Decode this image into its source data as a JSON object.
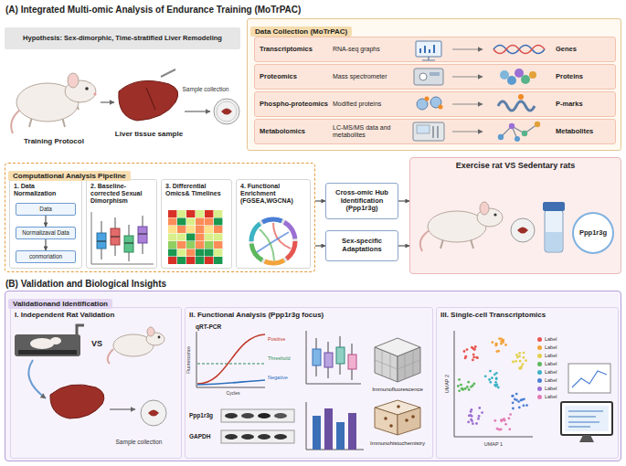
{
  "diagram": {
    "nodes": [
      {
        "text": [
          "Hypothesis: Sex-dimorphic, Time-stratified Liver Remodeling"
        ]
      },
      {
        "text": [
          "Data Collection (MoTrPAC)"
        ]
      },
      {
        "text": [
          "Transcriptomics",
          "RNA-seq graphs",
          "Genes"
        ],
        "in": 1
      },
      {
        "text": [
          "Proteomics",
          "Mass spectrometer",
          "Proteins"
        ],
        "in": 1
      },
      {
        "text": [
          "Phospho-proteomics",
          "Modified proteins",
          "P-marks"
        ],
        "in": 1
      },
      {
        "text": [
          "Metabolomics",
          "LC-MS/MS data and metabolites",
          "Metabolites"
        ],
        "in": 1
      },
      {
        "text": [
          "Computational Analysis Pipeline"
        ]
      },
      {
        "text": [
          "1. Data Normalization"
        ],
        "in": 6
      },
      {
        "text": [
          "Data"
        ],
        "in": 7
      },
      {
        "text": [
          "Normalizaval Data"
        ],
        "in": 7
      },
      {
        "text": [
          "conmoriation"
        ],
        "in": 7
      },
      {
        "text": [
          "2. Baseline-corrected Sexual Dimorphism"
        ],
        "in": 6
      },
      {
        "text": [
          "3. Differential Omics& Timelines"
        ],
        "in": 6
      },
      {
        "text": [
          "4. Functional Enrichment (FGSEA,WGCNA)"
        ],
        "in": 6
      },
      {
        "text": [
          "Cross-omic Hub Identification (Ppp1r3g)"
        ]
      },
      {
        "text": [
          "Sex-specific Adaptations"
        ]
      },
      {
        "text": [
          "Exercise rat VS Sedentary rats"
        ]
      },
      {
        "text": [
          "Ppp1r3g"
        ],
        "in": 16
      },
      {
        "text": [
          "Validationand Identification"
        ]
      },
      {
        "text": [
          "I. Independent Rat Validation"
        ],
        "in": 18
      },
      {
        "text": [
          "II. Functional Analysis (Ppp1r3g focus)"
        ],
        "in": 18
      },
      {
        "text": [
          "III. Single-cell Transcriptomics"
        ],
        "in": 18
      }
    ],
    "edges": [
      {
        "from": 8,
        "to": 9,
        "arrow": "to"
      },
      {
        "from": 9,
        "to": 10,
        "arrow": "to"
      },
      {
        "from": 6,
        "to": 14,
        "arrow": "to"
      },
      {
        "from": 6,
        "to": 15,
        "arrow": "to"
      },
      {
        "from": 14,
        "to": 16,
        "arrow": "to"
      },
      {
        "from": 15,
        "to": 16,
        "arrow": "to"
      }
    ],
    "labels": [
      "(A) Integrated Multi-omic Analysis of Endurance Training (MoTrPAC)",
      "Training Protocol",
      "Liver tissue sample",
      "Sample collection",
      "(B) Validation and Biological Insights",
      "VS",
      "Sample collection",
      "qRT-PCR",
      "Fluorescence",
      "Cycles",
      "Positive",
      "Threshold",
      "Negative",
      "Ppp1r3g",
      "GAPDH",
      "Immunofluorescence",
      "Immunohistochemistry",
      "UMAP 1",
      "UMAP 2"
    ],
    "legend": [
      {
        "text": "Label",
        "color": "#e6554f"
      },
      {
        "text": "Label",
        "color": "#f2a33a"
      },
      {
        "text": "Label",
        "color": "#e3d04a"
      },
      {
        "text": "Label",
        "color": "#5cb85c"
      },
      {
        "text": "Label",
        "color": "#3bb3c4"
      },
      {
        "text": "Label",
        "color": "#4a7fd6"
      },
      {
        "text": "Label",
        "color": "#9b6fd3"
      },
      {
        "text": "Label",
        "color": "#e37bb5"
      }
    ]
  }
}
